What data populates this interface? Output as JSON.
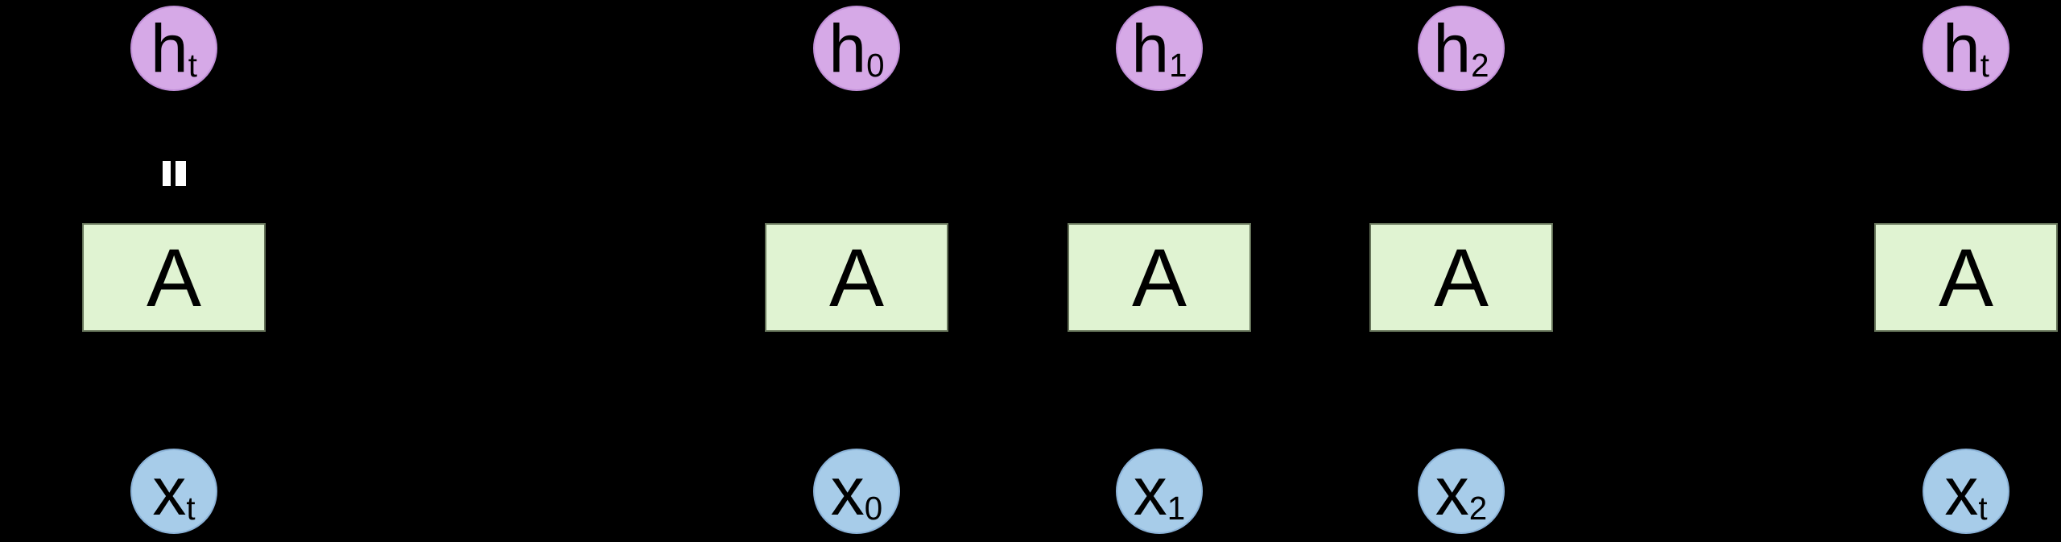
{
  "diagram": {
    "colors": {
      "background": "#000000",
      "hidden_fill": "#d6a9e7",
      "hidden_stroke": "#c190d8",
      "input_fill": "#a7cce9",
      "input_stroke": "#8cb3d8",
      "cell_fill": "#e0f3d2",
      "cell_stroke": "#66745a",
      "label": "#000000",
      "crossing_gap": "#ffffff"
    },
    "rolled": {
      "hidden": {
        "base": "h",
        "sub": "t"
      },
      "cell": "A",
      "input": {
        "base": "x",
        "sub": "t"
      }
    },
    "unrolled": [
      {
        "hidden": {
          "base": "h",
          "sub": "0"
        },
        "cell": "A",
        "input": {
          "base": "x",
          "sub": "0"
        }
      },
      {
        "hidden": {
          "base": "h",
          "sub": "1"
        },
        "cell": "A",
        "input": {
          "base": "x",
          "sub": "1"
        }
      },
      {
        "hidden": {
          "base": "h",
          "sub": "2"
        },
        "cell": "A",
        "input": {
          "base": "x",
          "sub": "2"
        }
      },
      {
        "hidden": {
          "base": "h",
          "sub": "t"
        },
        "cell": "A",
        "input": {
          "base": "x",
          "sub": "t"
        }
      }
    ]
  }
}
